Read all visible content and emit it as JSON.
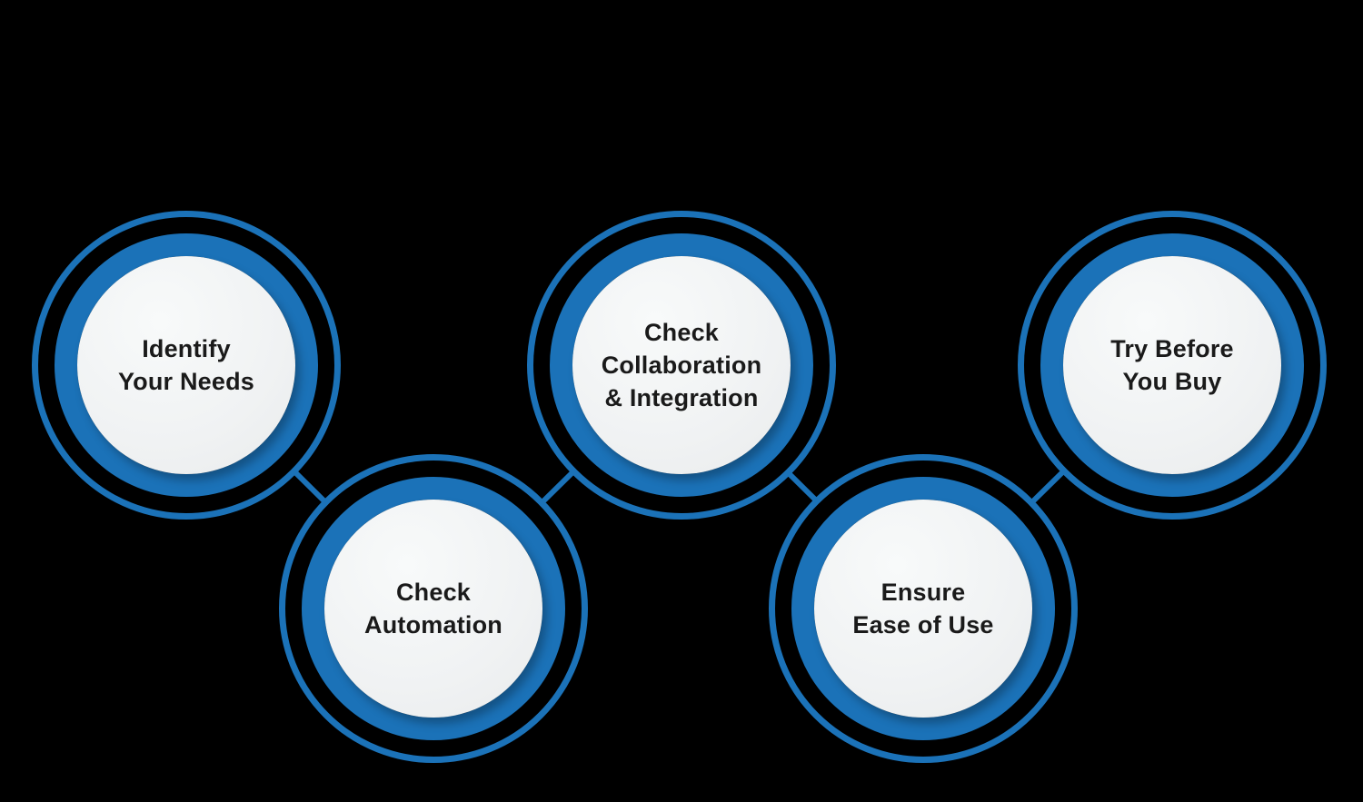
{
  "diagram": {
    "background_color": "#000000",
    "accent_color": "#1B72B8",
    "inner_circle_color": "#F0F2F3",
    "label_color": "#1A1A1A",
    "steps": [
      {
        "label": "Identify\nYour Needs"
      },
      {
        "label": "Check\nAutomation"
      },
      {
        "label": "Check\nCollaboration\n& Integration"
      },
      {
        "label": "Ensure\nEase of Use"
      },
      {
        "label": "Try Before\nYou Buy"
      }
    ]
  }
}
